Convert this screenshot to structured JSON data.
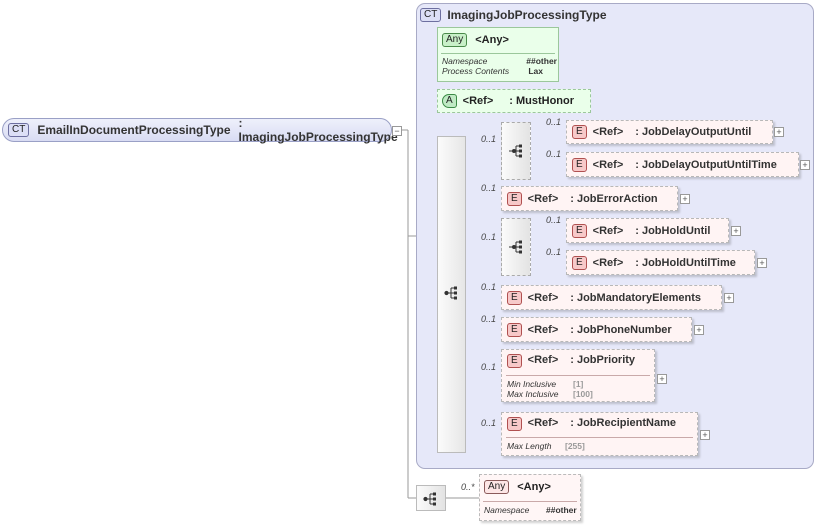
{
  "root": {
    "badge": "CT",
    "name": "EmailInDocumentProcessingType",
    "base": ": ImagingJobProcessingType"
  },
  "container": {
    "badge": "CT",
    "name": "ImagingJobProcessingType"
  },
  "any_block": {
    "badge": "Any",
    "title": "<Any>",
    "namespace_label": "Namespace",
    "namespace_value": "##other",
    "process_label": "Process Contents",
    "process_value": "Lax"
  },
  "attribute": {
    "badge": "A",
    "ref": "<Ref>",
    "name": ": MustHonor"
  },
  "elements": [
    {
      "badge": "E",
      "ref": "<Ref>",
      "name": ": JobDelayOutputUntil",
      "mult": "0..1"
    },
    {
      "badge": "E",
      "ref": "<Ref>",
      "name": ": JobDelayOutputUntilTime",
      "mult": "0..1"
    },
    {
      "badge": "E",
      "ref": "<Ref>",
      "name": ": JobErrorAction",
      "mult": "0..1"
    },
    {
      "badge": "E",
      "ref": "<Ref>",
      "name": ": JobHoldUntil",
      "mult": "0..1"
    },
    {
      "badge": "E",
      "ref": "<Ref>",
      "name": ": JobHoldUntilTime",
      "mult": "0..1"
    },
    {
      "badge": "E",
      "ref": "<Ref>",
      "name": ": JobMandatoryElements",
      "mult": "0..1"
    },
    {
      "badge": "E",
      "ref": "<Ref>",
      "name": ": JobPhoneNumber",
      "mult": "0..1"
    },
    {
      "badge": "E",
      "ref": "<Ref>",
      "name": ": JobPriority",
      "mult": "0..1",
      "facets": [
        {
          "label": "Min Inclusive",
          "value": "[1]"
        },
        {
          "label": "Max Inclusive",
          "value": "[100]"
        }
      ]
    },
    {
      "badge": "E",
      "ref": "<Ref>",
      "name": ": JobRecipientName",
      "mult": "0..1",
      "facets": [
        {
          "label": "Max Length",
          "value": "[255]"
        }
      ]
    }
  ],
  "choice_mults": [
    "0..1",
    "0..1"
  ],
  "bottom_any": {
    "badge": "Any",
    "title": "<Any>",
    "mult": "0..*",
    "namespace_label": "Namespace",
    "namespace_value": "##other"
  },
  "expand_glyph": "+",
  "collapse_glyph": "−"
}
